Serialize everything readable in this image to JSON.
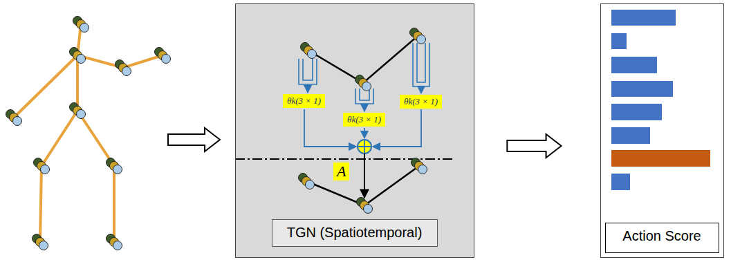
{
  "diagram": {
    "nodes": [
      {
        "text": [
          "TGN (Spatiotemporal)"
        ]
      },
      {
        "text": [
          "Action Score"
        ]
      }
    ],
    "edges": [
      {
        "from": 0,
        "to": 1,
        "arrow": "to"
      }
    ],
    "labels": [
      "θk(3 × 1)",
      "θk(3 × 1)",
      "θk(3 × 1)",
      "A"
    ]
  }
}
